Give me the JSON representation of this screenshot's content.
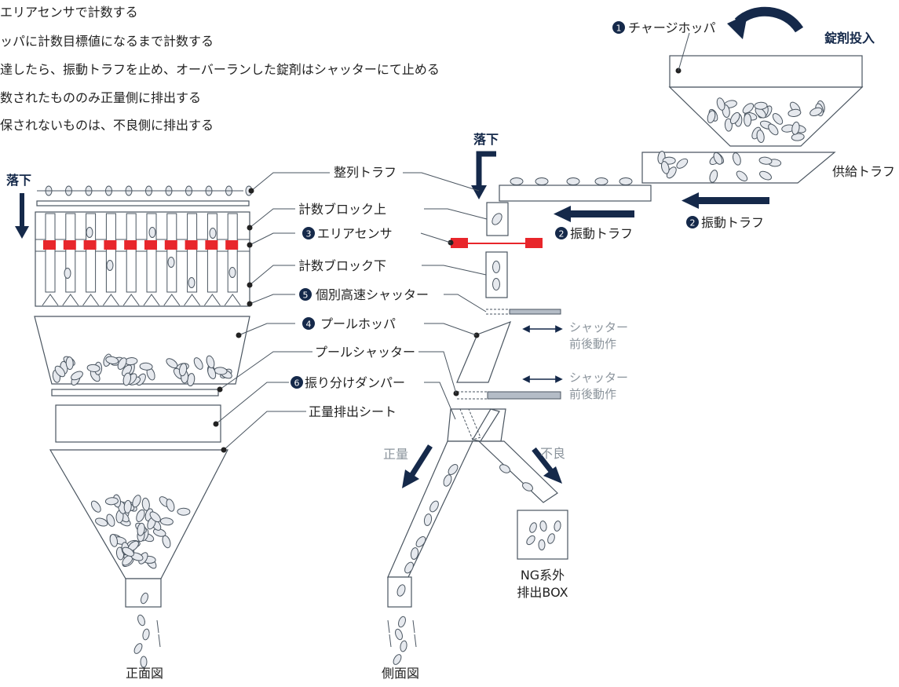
{
  "description_lines": [
    "エリアセンサで計数する",
    "ッパに計数目標値になるまで計数する",
    "達したら、振動トラフを止め、オーバーランした錠剤はシャッターにて止める",
    "数されたもののみ正量側に排出する",
    "保されないものは、不良側に排出する"
  ],
  "colors": {
    "line": "#4a5560",
    "arrow_navy": "#15294a",
    "sensor_red": "#e8262b",
    "gray_text": "#8b949c",
    "pill_fill": "#e6e9ee",
    "shutter_fill": "#b4bcc6"
  },
  "labels": {
    "drop_front": "落下",
    "drop_side": "落下",
    "charge_hopper_num": "1",
    "charge_hopper": "チャージホッパ",
    "tablet_input": "錠剤投入",
    "supply_trough": "供給トラフ",
    "vibration_trough_num": "2",
    "vibration_trough": "振動トラフ",
    "vibration_trough_side": "振動トラフ",
    "vibration_trough_side_num": "2",
    "align_trough": "整列トラフ",
    "count_block_upper": "計数ブロック上",
    "area_sensor_num": "3",
    "area_sensor": "エリアセンサ",
    "count_block_lower": "計数ブロック下",
    "shutter_num": "5",
    "shutter": "個別高速シャッター",
    "pool_hopper_num": "4",
    "pool_hopper": "プールホッパ",
    "pool_shutter": "プールシャッター",
    "damper_num": "6",
    "damper": "振り分けダンパー",
    "discharge_chute": "正量排出シート",
    "shutter_motion_1a": "シャッター",
    "shutter_motion_1b": "前後動作",
    "shutter_motion_2a": "シャッター",
    "shutter_motion_2b": "前後動作",
    "good": "正量",
    "reject": "不良",
    "ng_box_1": "NG系外",
    "ng_box_2": "排出BOX",
    "front_view": "正面図",
    "side_view": "側面図"
  }
}
